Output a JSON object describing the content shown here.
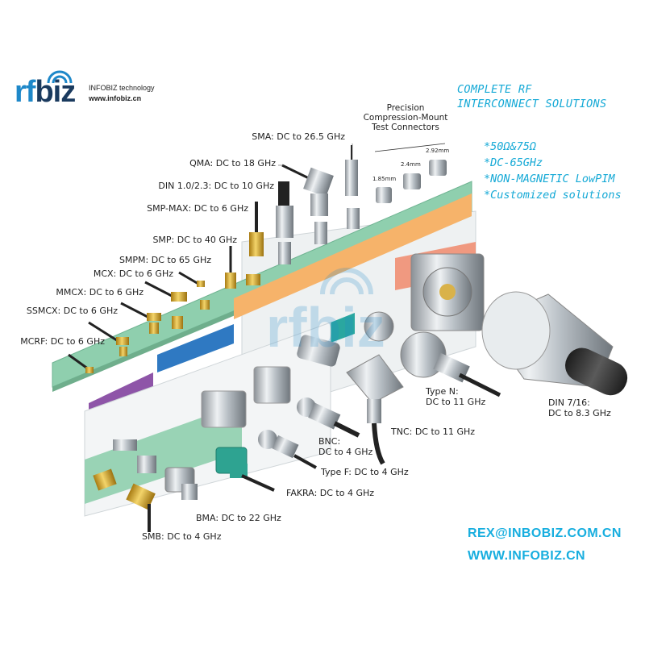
{
  "logo": {
    "rf": "rf",
    "biz": "biz",
    "company": "INFOBIZ technology",
    "website": "www.infobiz.cn"
  },
  "headline": {
    "line1": "COMPLETE RF",
    "line2": "INTERCONNECT SOLUTIONS"
  },
  "features": [
    "*50Ω&75Ω",
    "*DC-65GHz",
    "*NON-MAGNETIC LowPIM",
    "*Customized solutions"
  ],
  "precision": {
    "title_line1": "Precision",
    "title_line2": "Compression-Mount",
    "title_line3": "Test Connectors",
    "sizes": [
      "1.85mm",
      "2.4mm",
      "2.92mm"
    ]
  },
  "connectors": {
    "sma": "SMA: DC to 26.5 GHz",
    "qma": "QMA: DC to 18 GHz",
    "din": "DIN 1.0/2.3: DC to 10 GHz",
    "smpmax": "SMP-MAX: DC to 6 GHz",
    "smp": "SMP: DC to 40 GHz",
    "smpm": "SMPM: DC to 65 GHz",
    "mcx": "MCX: DC to 6 GHz",
    "mmcx": "MMCX: DC to 6 GHz",
    "ssmcx": "SSMCX: DC to 6 GHz",
    "mcrf": "MCRF: DC to 6 GHz",
    "typen_1": "Type N:",
    "typen_2": "DC to 11 GHz",
    "din716_1": "DIN 7/16:",
    "din716_2": "DC to 8.3 GHz",
    "tnc": "TNC: DC to 11 GHz",
    "bnc_1": "BNC:",
    "bnc_2": "DC to 4 GHz",
    "typef": "Type F: DC to 4 GHz",
    "fakra": "FAKRA: DC to 4 GHz",
    "bma": "BMA: DC to 22 GHz",
    "smb": "SMB: DC to 4 GHz"
  },
  "contact": {
    "email": "REX@INBOBIZ.COM.CN",
    "web": "WWW.INFOBIZ.CN"
  },
  "colors": {
    "accent": "#15a9d6",
    "board_green": "#8fcfae",
    "orange": "#f6b36a",
    "purple": "#8e55a8",
    "blue": "#2f79c2",
    "teal": "#2aa7a0",
    "salmon": "#f08a6c"
  }
}
